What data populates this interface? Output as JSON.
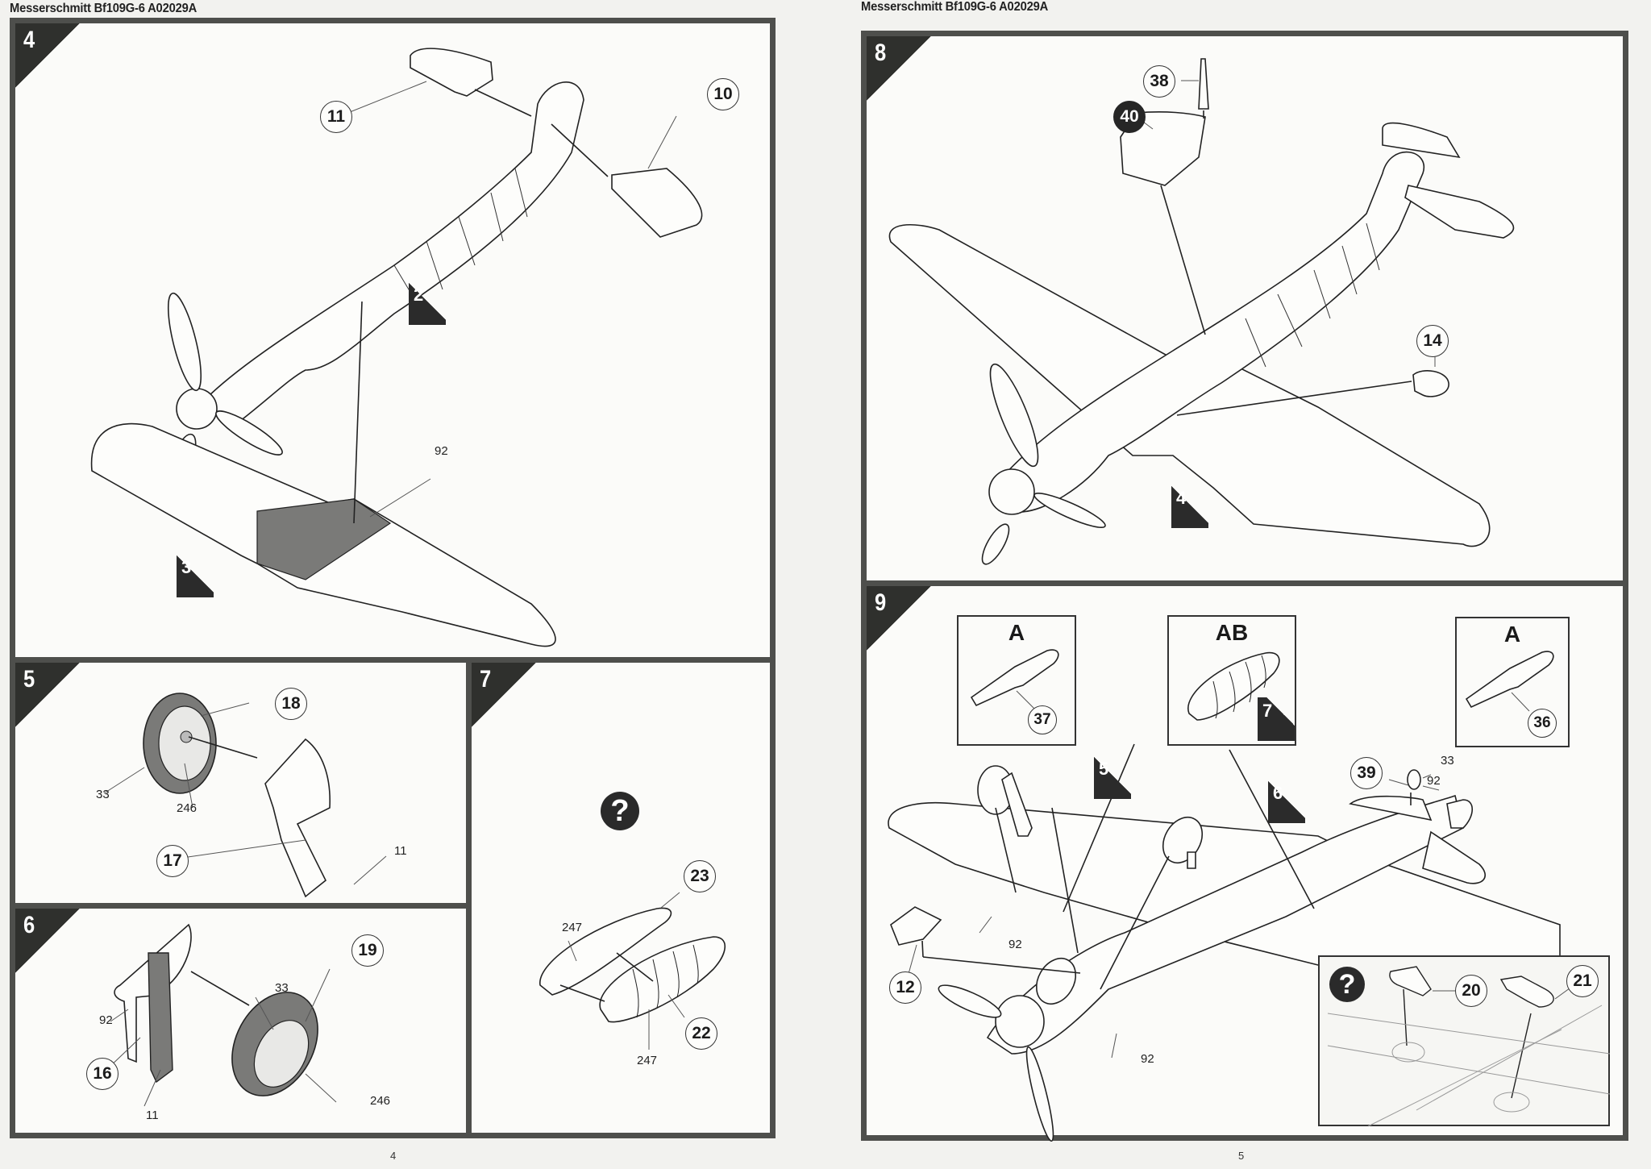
{
  "document": {
    "title": "Messerschmitt Bf109G-6 A02029A",
    "pages": [
      {
        "header": "Messerschmitt Bf109G-6 A02029A",
        "page_number": "4"
      },
      {
        "header": "Messerschmitt Bf109G-6 A02029A",
        "page_number": "5"
      }
    ]
  },
  "steps": {
    "s4": {
      "number": "4",
      "subassemblies": [
        "2",
        "3"
      ],
      "parts": [
        "11",
        "10"
      ],
      "paint_refs": [
        "92"
      ]
    },
    "s5": {
      "number": "5",
      "parts": [
        "18",
        "17"
      ],
      "paint_refs": [
        "33",
        "246",
        "11"
      ]
    },
    "s6": {
      "number": "6",
      "parts": [
        "19",
        "16"
      ],
      "paint_refs": [
        "92",
        "11",
        "33",
        "246"
      ]
    },
    "s7": {
      "number": "7",
      "optional_icon": "?",
      "parts": [
        "23",
        "22"
      ],
      "paint_refs": [
        "247",
        "247"
      ]
    },
    "s8": {
      "number": "8",
      "subassemblies": [
        "4"
      ],
      "parts": [
        "38",
        "40",
        "14"
      ]
    },
    "s9": {
      "number": "9",
      "variants": [
        {
          "label": "A",
          "part": "37"
        },
        {
          "label": "AB",
          "subassembly": "7"
        },
        {
          "label": "A",
          "part": "36"
        }
      ],
      "subassemblies": [
        "5",
        "6"
      ],
      "parts": [
        "39",
        "12"
      ],
      "paint_refs": [
        "33",
        "92",
        "92",
        "92"
      ],
      "inset": {
        "optional_icon": "?",
        "parts": [
          "20",
          "21"
        ]
      }
    }
  },
  "colors": {
    "frame": "#4e4f4c",
    "step_badge": "#2f302d",
    "paper": "#fbfbf9",
    "shaded_part": "#7a7a78"
  }
}
